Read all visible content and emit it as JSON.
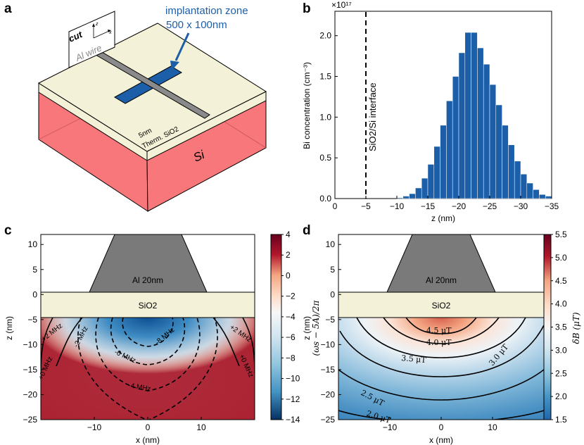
{
  "panels": {
    "a": {
      "letter": "a",
      "cut_label": "cut",
      "axis_z": "z",
      "axis_x": "x",
      "al_wire_label": "Al wire",
      "implant_title": "implantation zone",
      "implant_size": "500 x 100nm",
      "oxide_thickness": "5nm",
      "oxide_label": "Therm. SiO2",
      "substrate_label": "Si",
      "colors": {
        "oxide": "#f3f1d7",
        "silicon": "#f7777a",
        "wire": "#8a8a8a",
        "implant": "#1c5fa8"
      }
    },
    "b": {
      "letter": "b"
    },
    "c": {
      "letter": "c",
      "al_label": "Al 20nm",
      "sio2_label": "SiO2"
    },
    "d": {
      "letter": "d",
      "al_label": "Al 20nm",
      "sio2_label": "SiO2"
    }
  },
  "chart_data": [
    {
      "panel": "b",
      "type": "bar",
      "xlabel": "z (nm)",
      "ylabel": "Bi concentration (cm⁻³)",
      "y_multiplier": "×10¹⁷",
      "xlim": [
        0,
        -35
      ],
      "ylim": [
        0,
        2.3
      ],
      "xticks": [
        0,
        -5,
        -10,
        -15,
        -20,
        -25,
        -30,
        -35
      ],
      "xtick_labels": [
        "0",
        "−5",
        "−10",
        "−15",
        "−20",
        "−25",
        "−30",
        "−35"
      ],
      "yticks": [
        0,
        0.5,
        1.0,
        1.5,
        2.0
      ],
      "ytick_labels": [
        "0.0",
        "0.5",
        "1.0",
        "1.5",
        "2.0"
      ],
      "bin_width": 1,
      "bin_left_edges": [
        -10,
        -11,
        -12,
        -13,
        -14,
        -15,
        -16,
        -17,
        -18,
        -19,
        -20,
        -21,
        -22,
        -23,
        -24,
        -25,
        -26,
        -27,
        -28,
        -29,
        -30,
        -31,
        -32,
        -33,
        -34
      ],
      "values": [
        0.01,
        0.03,
        0.06,
        0.13,
        0.25,
        0.42,
        0.64,
        0.9,
        1.2,
        1.5,
        1.79,
        2.04,
        2.04,
        1.85,
        1.65,
        1.4,
        1.15,
        0.9,
        0.66,
        0.46,
        0.3,
        0.19,
        0.11,
        0.05,
        0.03
      ],
      "color": "#1c5fa8",
      "annotation": {
        "x": -5,
        "text": "SiO2/Si interface",
        "style": "dashed vertical line"
      }
    },
    {
      "panel": "c",
      "type": "heatmap",
      "xlabel": "x (nm)",
      "ylabel": "z (nm)",
      "xlim": [
        -20,
        20
      ],
      "ylim": [
        -25,
        12
      ],
      "xticks": [
        -10,
        0,
        10
      ],
      "xtick_labels": [
        "−10",
        "0",
        "10"
      ],
      "yticks": [
        10,
        5,
        0,
        -5,
        -10,
        -15,
        -20,
        -25
      ],
      "ytick_labels": [
        "10",
        "5",
        "0",
        "−5",
        "−10",
        "−15",
        "−20",
        "−25"
      ],
      "colorbar_label": "(ωs − 5A)/2π",
      "colorbar_range": [
        -14,
        4
      ],
      "colorbar_ticks": [
        4,
        2,
        0,
        -2,
        -4,
        -6,
        -8,
        -10,
        -12,
        -14
      ],
      "colorbar_tick_labels": [
        "4",
        "2",
        "0",
        "−2",
        "−4",
        "−6",
        "−8",
        "−10",
        "−12",
        "−14"
      ],
      "colormap": "RdBu_r",
      "contours": [
        {
          "text": "+2 MHz",
          "style": "solid"
        },
        {
          "text": "+2 MHz",
          "style": "solid"
        },
        {
          "text": "+0 MHz",
          "style": "solid"
        },
        {
          "text": "+0 MHz",
          "style": "solid"
        },
        {
          "text": "-2 MHz",
          "style": "dashed"
        },
        {
          "text": "-4 MHz",
          "style": "dashed"
        },
        {
          "text": "-6 MHz",
          "style": "dashed"
        },
        {
          "text": "-8 MHz",
          "style": "dashed"
        }
      ],
      "layers": {
        "sio2_z_range": [
          -5,
          0
        ],
        "al_top_width": [
          -5,
          5
        ],
        "al_bottom_width": [
          -10.5,
          10.5
        ],
        "al_z_range": [
          0,
          12
        ]
      }
    },
    {
      "panel": "d",
      "type": "heatmap",
      "xlabel": "x (nm)",
      "ylabel": "z (nm)",
      "xlim": [
        -20,
        20
      ],
      "ylim": [
        -25,
        12
      ],
      "xticks": [
        -10,
        0,
        10
      ],
      "xtick_labels": [
        "−10",
        "0",
        "10"
      ],
      "yticks": [
        10,
        5,
        0,
        -5,
        -10,
        -15,
        -20,
        -25
      ],
      "ytick_labels": [
        "10",
        "5",
        "0",
        "−5",
        "−10",
        "−15",
        "−20",
        "−25"
      ],
      "colorbar_label": "δB (μT)",
      "colorbar_range": [
        1.5,
        5.5
      ],
      "colorbar_ticks": [
        5.5,
        5.0,
        4.5,
        4.0,
        3.5,
        3.0,
        2.5,
        2.0,
        1.5
      ],
      "colorbar_tick_labels": [
        "5.5",
        "5.0",
        "4.5",
        "4.0",
        "3.5",
        "3.0",
        "2.5",
        "2.0",
        "1.5"
      ],
      "colormap": "RdBu_r",
      "contours": [
        {
          "text": "4.5 μT",
          "level": 4.5
        },
        {
          "text": "4.0 μT",
          "level": 4.0
        },
        {
          "text": "3.5 μT",
          "level": 3.5
        },
        {
          "text": "3.0 μT",
          "level": 3.0
        },
        {
          "text": "2.5 μT",
          "level": 2.5
        },
        {
          "text": "2.0 μT",
          "level": 2.0
        }
      ],
      "layers": {
        "sio2_z_range": [
          -5,
          0
        ],
        "al_top_width": [
          -5,
          5
        ],
        "al_bottom_width": [
          -10.5,
          10.5
        ],
        "al_z_range": [
          0,
          12
        ]
      }
    }
  ]
}
